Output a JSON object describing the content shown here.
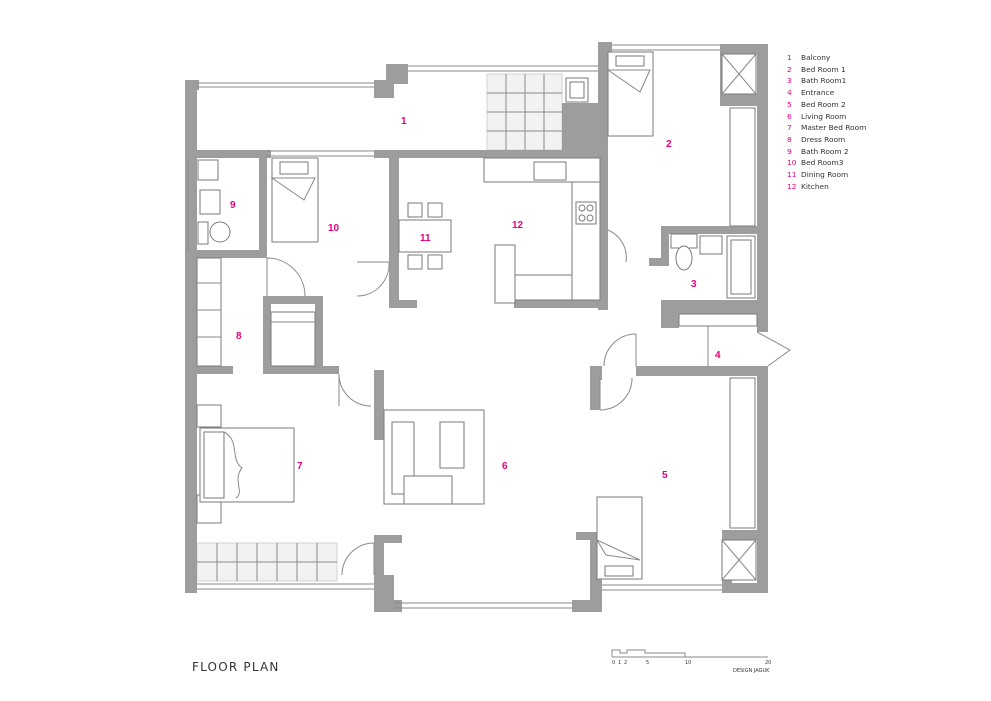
{
  "title": "FLOOR PLAN",
  "credit": "DESIGN JAGUK",
  "accent_color": "#e6007e",
  "wall_color": "#9d9d9d",
  "legend": [
    {
      "num": "1",
      "label": "Balcony"
    },
    {
      "num": "2",
      "label": "Bed Room 1"
    },
    {
      "num": "3",
      "label": "Bath Room1"
    },
    {
      "num": "4",
      "label": "Entrance"
    },
    {
      "num": "5",
      "label": "Bed Room 2"
    },
    {
      "num": "6",
      "label": "Living Room"
    },
    {
      "num": "7",
      "label": "Master Bed Room"
    },
    {
      "num": "8",
      "label": "Dress Room"
    },
    {
      "num": "9",
      "label": "Bath Room 2"
    },
    {
      "num": "10",
      "label": "Bed Room3"
    },
    {
      "num": "11",
      "label": "Dining Room"
    },
    {
      "num": "12",
      "label": "Kitchen"
    }
  ],
  "room_numbers": {
    "balcony": "1",
    "bedroom1": "2",
    "bathroom1": "3",
    "entrance": "4",
    "bedroom2": "5",
    "living": "6",
    "master": "7",
    "dress": "8",
    "bathroom2": "9",
    "bedroom3": "10",
    "dining": "11",
    "kitchen": "12"
  },
  "scale_ticks": [
    "0",
    "1",
    "2",
    "5",
    "10",
    "20"
  ]
}
